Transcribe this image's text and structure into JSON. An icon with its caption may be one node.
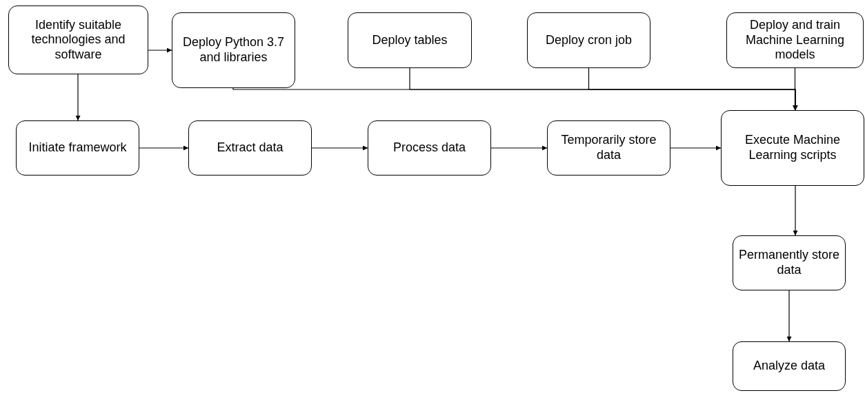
{
  "diagram": {
    "nodes": [
      {
        "text": [
          "Identify suitable technologies and software"
        ]
      },
      {
        "text": [
          "Deploy Python 3.7 and libraries"
        ]
      },
      {
        "text": [
          "Deploy tables"
        ]
      },
      {
        "text": [
          "Deploy cron job"
        ]
      },
      {
        "text": [
          "Deploy and train Machine Learning models"
        ]
      },
      {
        "text": [
          "Initiate framework"
        ]
      },
      {
        "text": [
          "Extract data"
        ]
      },
      {
        "text": [
          "Process data"
        ]
      },
      {
        "text": [
          "Temporarily store data"
        ]
      },
      {
        "text": [
          "Execute Machine Learning scripts"
        ]
      },
      {
        "text": [
          "Permanently store data"
        ]
      },
      {
        "text": [
          "Analyze data"
        ]
      }
    ],
    "edges": [
      {
        "from": 0,
        "to": 1,
        "arrow": "to"
      },
      {
        "from": 0,
        "to": 5,
        "arrow": "to"
      },
      {
        "from": 1,
        "to": 9,
        "arrow": "to"
      },
      {
        "from": 2,
        "to": 9,
        "arrow": "to"
      },
      {
        "from": 3,
        "to": 9,
        "arrow": "to"
      },
      {
        "from": 4,
        "to": 9,
        "arrow": "to"
      },
      {
        "from": 5,
        "to": 6,
        "arrow": "to"
      },
      {
        "from": 6,
        "to": 7,
        "arrow": "to"
      },
      {
        "from": 7,
        "to": 8,
        "arrow": "to"
      },
      {
        "from": 8,
        "to": 9,
        "arrow": "to"
      },
      {
        "from": 9,
        "to": 10,
        "arrow": "to"
      },
      {
        "from": 10,
        "to": 11,
        "arrow": "to"
      }
    ]
  }
}
